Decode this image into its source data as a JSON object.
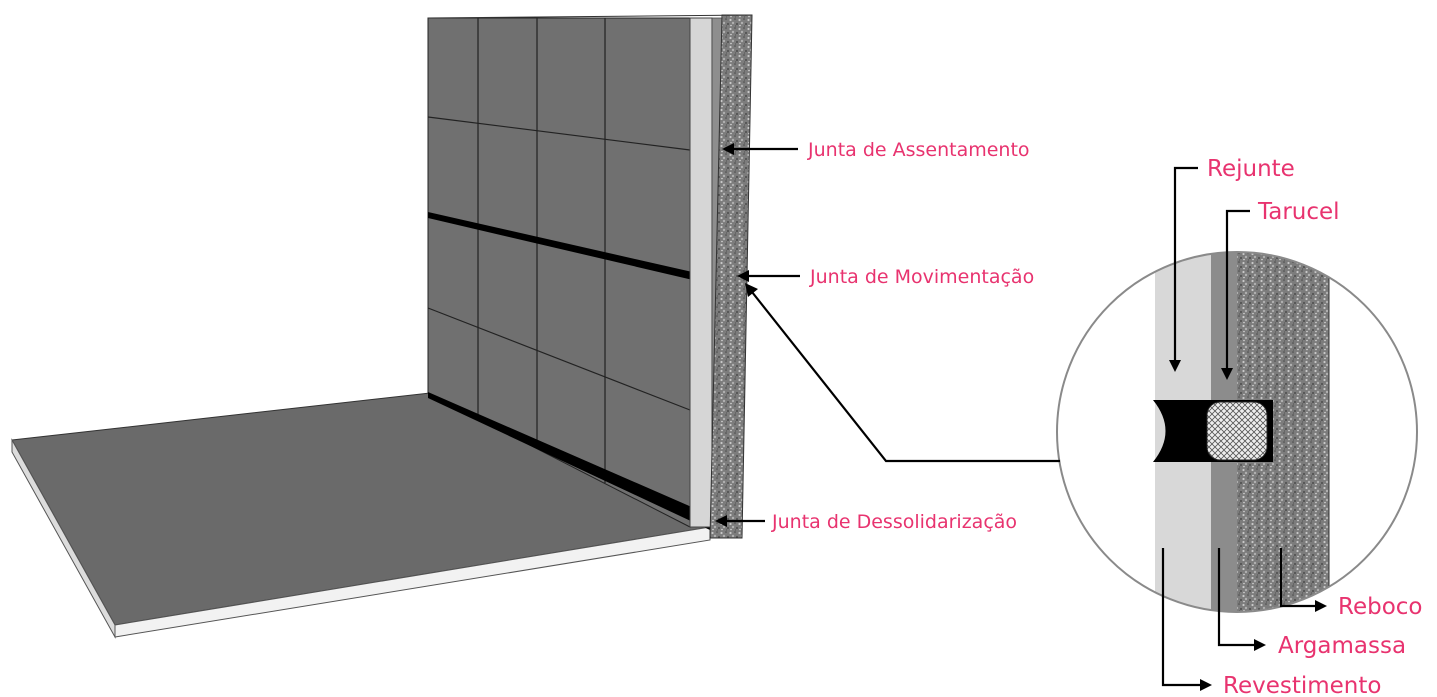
{
  "labels": {
    "junta_assentamento": "Junta de Assentamento",
    "junta_movimentacao": "Junta de Movimentação",
    "junta_dessolidarizacao": "Junta de Dessolidarização",
    "rejunte": "Rejunte",
    "tarucel": "Tarucel",
    "reboco": "Reboco",
    "argamassa": "Argamassa",
    "revestimento": "Revestimento"
  },
  "colors": {
    "label": "#e8336f",
    "tile": "#6f6f6f",
    "floor": "#6a6a6a",
    "joint": "#000000",
    "grout_layer": "#d4d4d4",
    "mortar_layer": "#8a8a8a",
    "plaster": "#7a7a7a"
  }
}
